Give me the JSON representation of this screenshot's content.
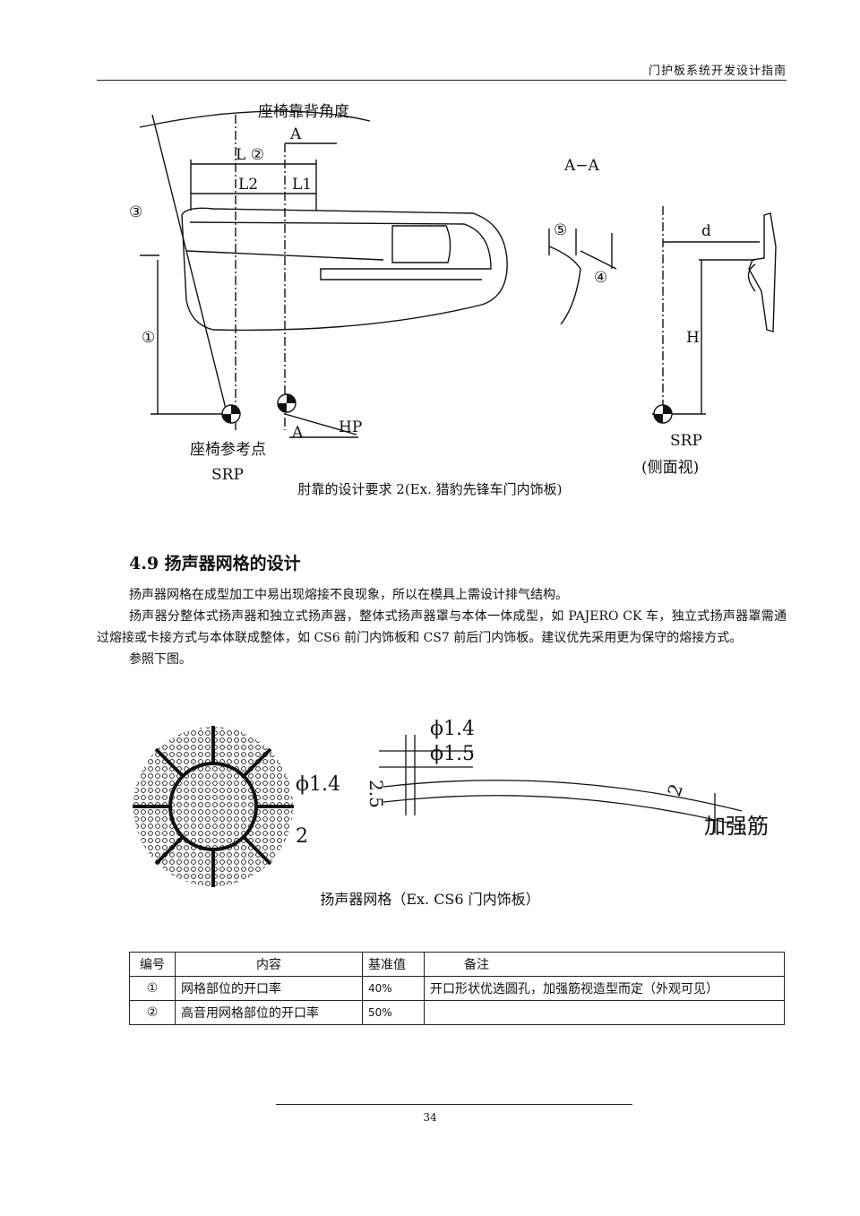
{
  "header": {
    "title": "门护板系统开发设计指南"
  },
  "figure1": {
    "caption": "肘靠的设计要求 2(Ex.  猎豹先锋车门内饰板)",
    "labels": {
      "seat_back_angle": "座椅靠背角度",
      "L2": "L ②",
      "L_2": "L2",
      "L1": "L1",
      "A_top": "A",
      "A_bottom": "A",
      "HP": "HP",
      "circle3": "③",
      "circle1": "①",
      "seat_ref_point": "座椅参考点",
      "SRP": "SRP",
      "section": "A−A",
      "circle5": "⑤",
      "circle4": "④",
      "d": "d",
      "H": "H",
      "SRP_side": "SRP",
      "side_view": "(侧面视)"
    }
  },
  "section": {
    "title": "4.9 扬声器网格的设计",
    "paragraphs": [
      "扬声器网格在成型加工中易出现熔接不良现象，所以在模具上需设计排气结构。",
      "扬声器分整体式扬声器和独立式扬声器，整体式扬声器罩与本体一体成型，如 PAJERO CK 车，独立式扬声器罩需通过熔接或卡接方式与本体联成整体，如 CS6 前门内饰板和 CS7 前后门内饰板。建议优先采用更为保守的熔接方式。",
      "参照下图。"
    ]
  },
  "figure2": {
    "caption": "扬声器网格（Ex. CS6 门内饰板）",
    "labels": {
      "phi14_left": "ϕ1.4",
      "two_left": "2",
      "phi14": "ϕ1.4",
      "phi15": "ϕ1.5",
      "two_five": "2.5",
      "two_right": "2",
      "rib": "加强筋"
    }
  },
  "table": {
    "headers": [
      "编号",
      "内容",
      "基准值",
      "备注"
    ],
    "rows": [
      [
        "①",
        "网格部位的开口率",
        "40%",
        "开口形状优选圆孔，加强筋视造型而定（外观可见）"
      ],
      [
        "②",
        "高音用网格部位的开口率",
        "50%",
        ""
      ]
    ]
  },
  "footer": {
    "page": "34"
  }
}
